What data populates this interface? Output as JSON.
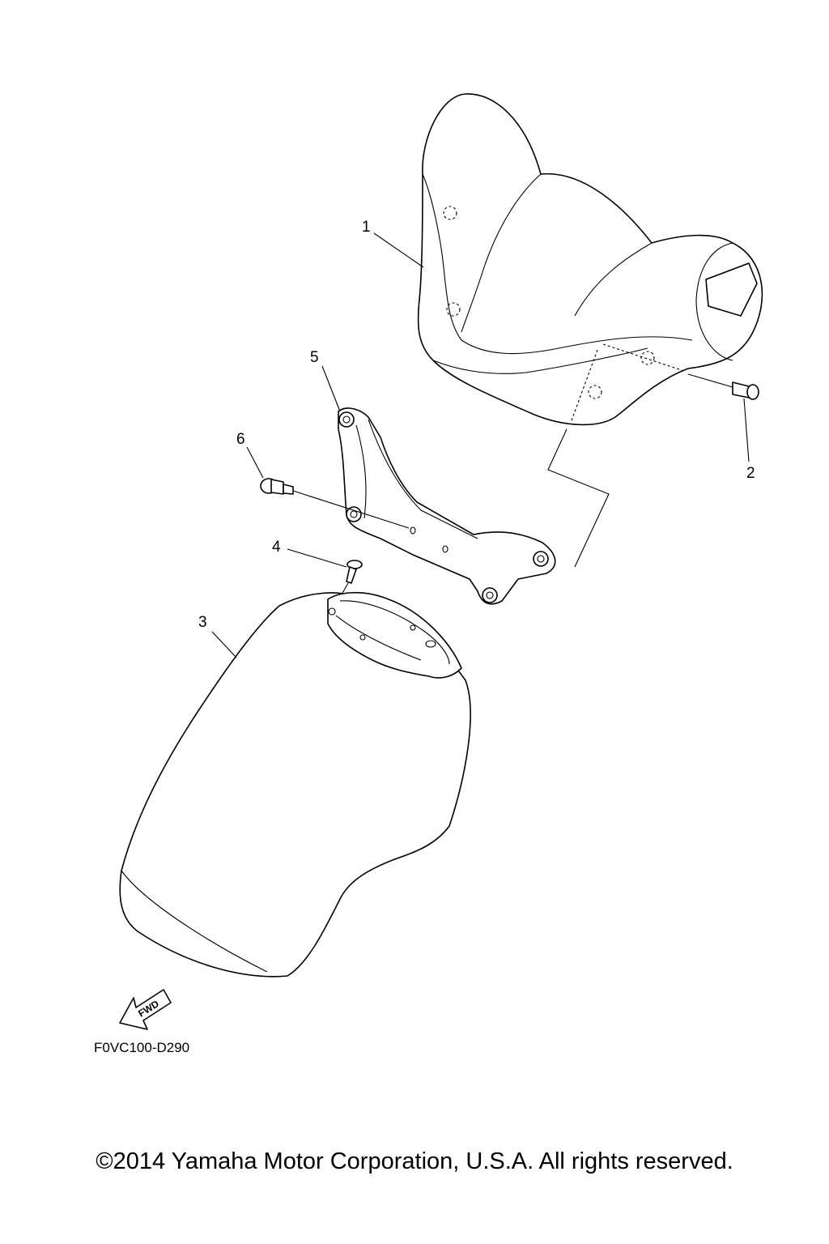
{
  "diagram": {
    "code": "F0VC100-D290",
    "fwd_label": "FWD",
    "callouts": [
      "1",
      "2",
      "3",
      "4",
      "5",
      "6"
    ]
  },
  "footer": {
    "copyright": "©2014 Yamaha Motor Corporation, U.S.A. All rights reserved."
  }
}
